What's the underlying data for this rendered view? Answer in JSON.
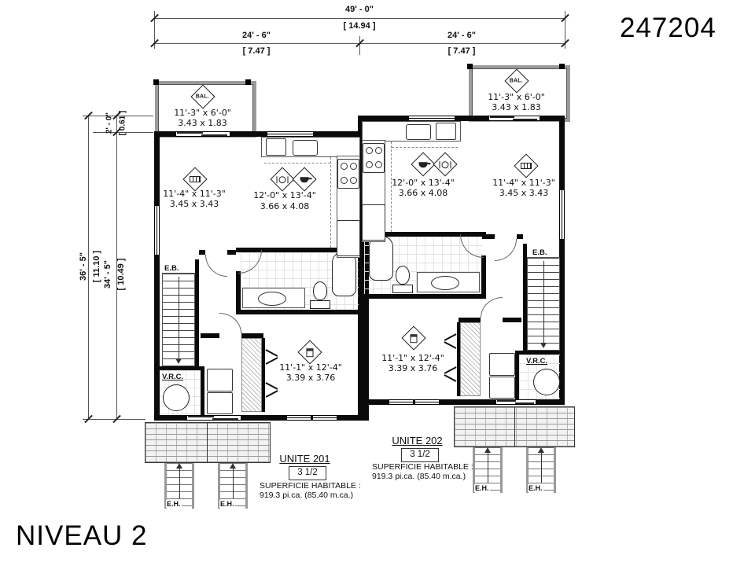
{
  "header": {
    "plan_number": "247204"
  },
  "footer": {
    "level": "NIVEAU 2"
  },
  "dims": {
    "total_w_ft": "49' - 0\"",
    "total_w_m": "[ 14.94 ]",
    "half_w_ft": "24' - 6\"",
    "half_w_m": "[ 7.47 ]",
    "offset_ft": "2' - 0\"",
    "offset_m": "[ 0.61 ]",
    "total_h_ft": "36' - 5\"",
    "total_h_m": "[ 11.10 ]",
    "unit_h_ft": "34' - 5\"",
    "unit_h_m": "[ 10.49 ]"
  },
  "labels": {
    "balcony": "BAL.",
    "stair_down": "E.B.",
    "stair_up": "E.H.",
    "vrc": "V.R.C."
  },
  "rooms": {
    "balcony": {
      "ft": "11'-3\" x 6'-0\"",
      "m": "3.43 x 1.83"
    },
    "bedroom1": {
      "ft": "11'-4\" x 11'-3\"",
      "m": "3.45 x 3.43"
    },
    "kitchen": {
      "ft": "12'-0\" x 13'-4\"",
      "m": "3.66 x 4.08"
    },
    "bedroom2": {
      "ft": "11'-1\" x 12'-4\"",
      "m": "3.39 x 3.76"
    }
  },
  "units": [
    {
      "name": "UNITE 201",
      "type": "3 1/2",
      "area_label": "SUPERFICIE HABITABLE :",
      "area": "919.3 pi.ca. (85.40 m.ca.)"
    },
    {
      "name": "UNITE 202",
      "type": "3 1/2",
      "area_label": "SUPERFICIE HABITABLE :",
      "area": "919.3 pi.ca. (85.40 m.ca.)"
    }
  ]
}
